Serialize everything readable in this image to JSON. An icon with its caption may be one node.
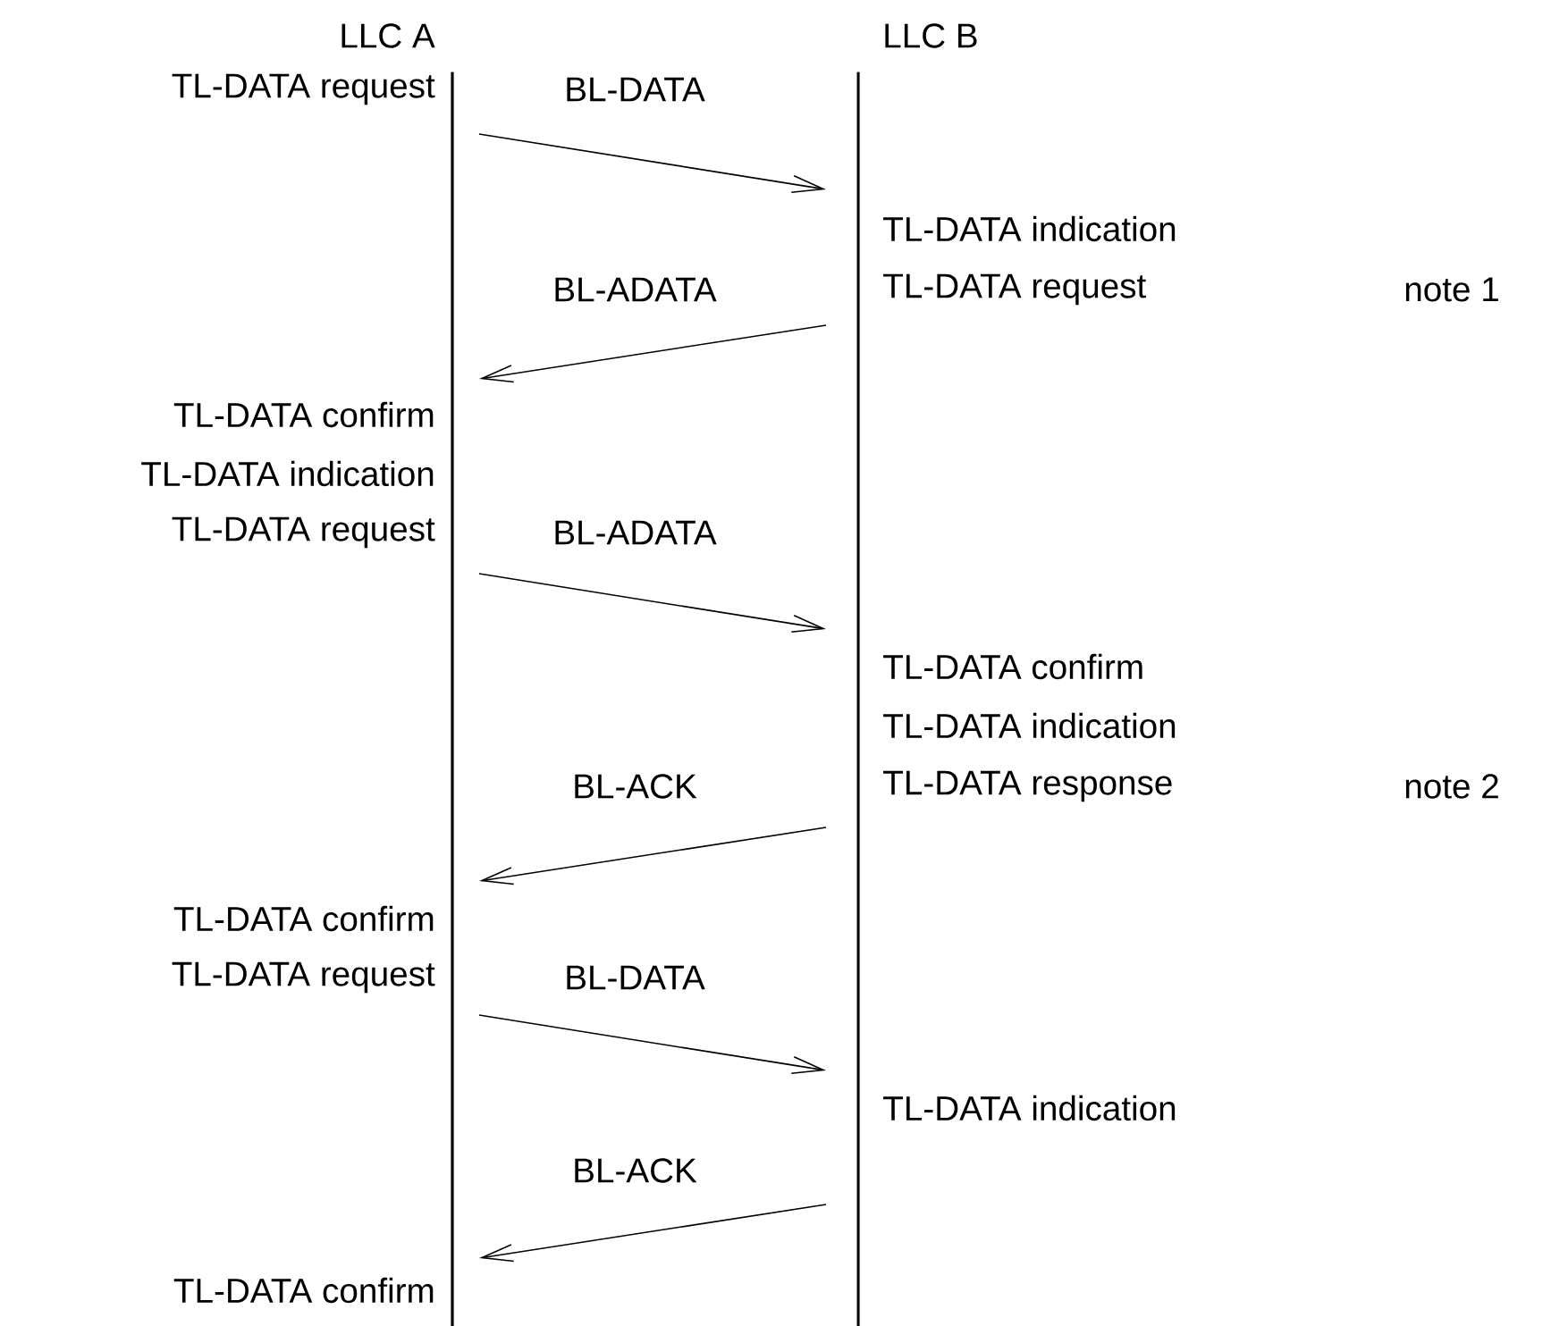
{
  "diagram": {
    "nodes": [
      {
        "text": [
          "LLC A"
        ],
        "beside": [
          "TL-DATA request",
          "TL-DATA confirm",
          "TL-DATA indication",
          "TL-DATA request",
          "TL-DATA confirm",
          "TL-DATA request",
          "TL-DATA confirm"
        ]
      },
      {
        "text": [
          "LLC B"
        ],
        "beside": [
          "TL-DATA indication",
          "TL-DATA request",
          "TL-DATA confirm",
          "TL-DATA indication",
          "TL-DATA response",
          "TL-DATA indication"
        ]
      }
    ],
    "edges": [
      {
        "from": 0,
        "to": 1,
        "arrow": "to",
        "label": "BL-DATA"
      },
      {
        "from": 1,
        "to": 0,
        "arrow": "to",
        "label": "BL-ADATA"
      },
      {
        "from": 0,
        "to": 1,
        "arrow": "to",
        "label": "BL-ADATA"
      },
      {
        "from": 1,
        "to": 0,
        "arrow": "to",
        "label": "BL-ACK"
      },
      {
        "from": 0,
        "to": 1,
        "arrow": "to",
        "label": "BL-DATA"
      },
      {
        "from": 1,
        "to": 0,
        "arrow": "to",
        "label": "BL-ACK"
      }
    ],
    "labels": [
      "note 1",
      "note 2"
    ]
  }
}
